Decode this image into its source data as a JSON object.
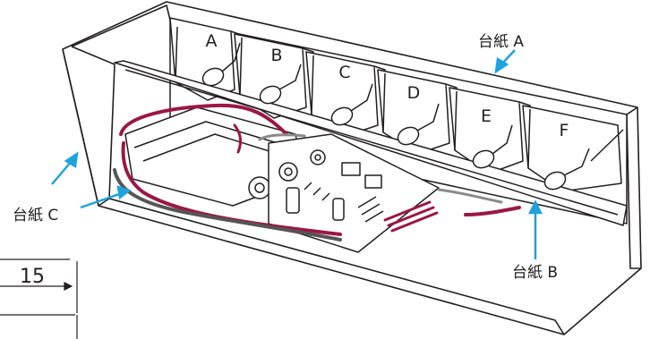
{
  "compartments": [
    {
      "letter": "A"
    },
    {
      "letter": "B"
    },
    {
      "letter": "C"
    },
    {
      "letter": "D"
    },
    {
      "letter": "E"
    },
    {
      "letter": "F"
    }
  ],
  "callouts": {
    "a": "台紙 A",
    "b": "台紙 B",
    "c": "台紙 C"
  },
  "page_number": "15",
  "colors": {
    "line": "#231f20",
    "arrow": "#1fa3dc",
    "wire_red": "#9b1747",
    "wire_gray": "#8a8a8a",
    "board": "#ffffff"
  }
}
